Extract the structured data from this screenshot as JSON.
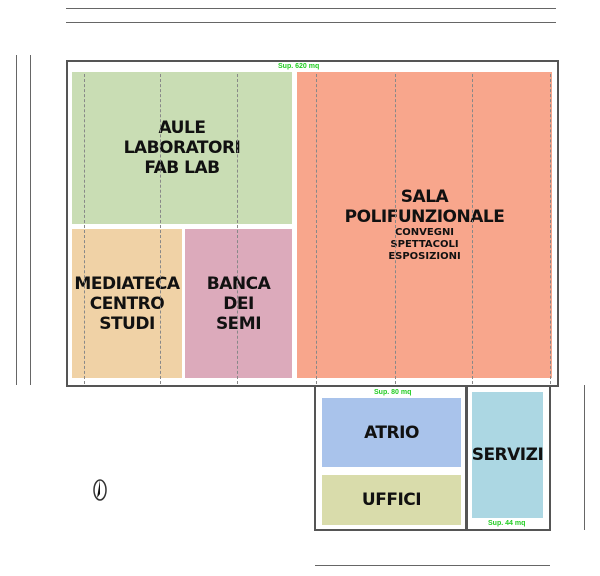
{
  "rooms": {
    "aule": {
      "lines": [
        "AULE",
        "LABORATORI",
        "FAB LAB"
      ],
      "color": "#c9ddb4"
    },
    "mediateca": {
      "lines": [
        "MEDIATECA",
        "CENTRO",
        "STUDI"
      ],
      "color": "#f0d2a6"
    },
    "banca": {
      "lines": [
        "BANCA",
        "DEI",
        "SEMI"
      ],
      "color": "#dcaabb"
    },
    "sala": {
      "lines": [
        "SALA",
        "POLIFUNZIONALE"
      ],
      "sub": [
        "CONVEGNI",
        "SPETTACOLI",
        "ESPOSIZIONI"
      ],
      "color": "#f8a68c"
    },
    "atrio": {
      "lines": [
        "ATRIO"
      ],
      "color": "#a9c3eb"
    },
    "uffici": {
      "lines": [
        "UFFICI"
      ],
      "color": "#d9dcab"
    },
    "servizi": {
      "lines": [
        "SERVIZI"
      ],
      "color": "#acd7e3"
    }
  },
  "surfaces": {
    "main": "Sup. 620 mq",
    "atrio": "Sup. 80 mq",
    "servizi": "Sup. 44 mq"
  },
  "icons": {
    "north": "north-arrow-icon"
  }
}
